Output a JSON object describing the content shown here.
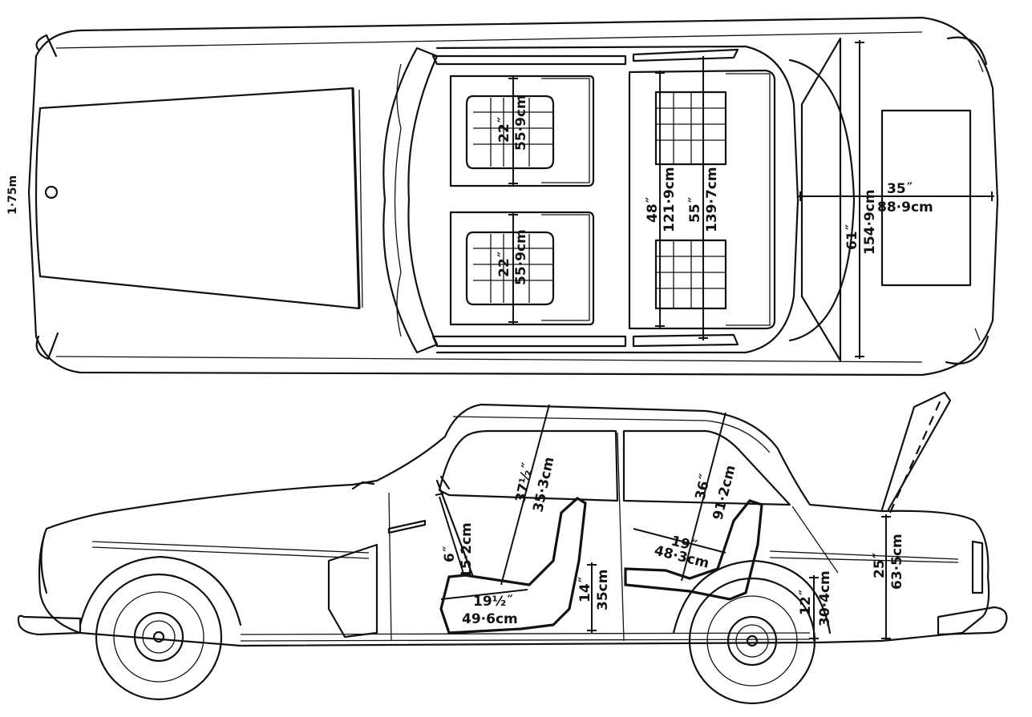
{
  "top_view": {
    "width_edge_label": "1·75m",
    "front_seat_upper": {
      "inches": "22˝",
      "cm": "55·9cm"
    },
    "front_seat_lower": {
      "inches": "22˝",
      "cm": "55·9cm"
    },
    "rear_seat_width": {
      "inches": "48˝",
      "cm": "121·9cm"
    },
    "rear_shoulder_width": {
      "inches": "55˝",
      "cm": "139·7cm"
    },
    "boot_length": {
      "inches": "35˝",
      "cm": "88·9cm"
    },
    "boot_width": {
      "inches": "61˝",
      "cm": "154·9cm"
    }
  },
  "side_view": {
    "front_headroom": {
      "inches": "37½˝",
      "cm": "35·3cm"
    },
    "rear_headroom": {
      "inches": "36˝",
      "cm": "91·2cm"
    },
    "front_seat_cushion": {
      "inches": "6˝",
      "cm": "15·2cm"
    },
    "front_legroom": {
      "inches": "19½˝",
      "cm": "49·6cm"
    },
    "front_seat_height": {
      "inches": "14˝",
      "cm": "35cm"
    },
    "rear_legroom": {
      "inches": "19˝",
      "cm": "48·3cm"
    },
    "boot_height": {
      "inches": "25˝",
      "cm": "63·5cm"
    },
    "sill_height": {
      "inches": "12˝",
      "cm": "30·4cm"
    }
  }
}
